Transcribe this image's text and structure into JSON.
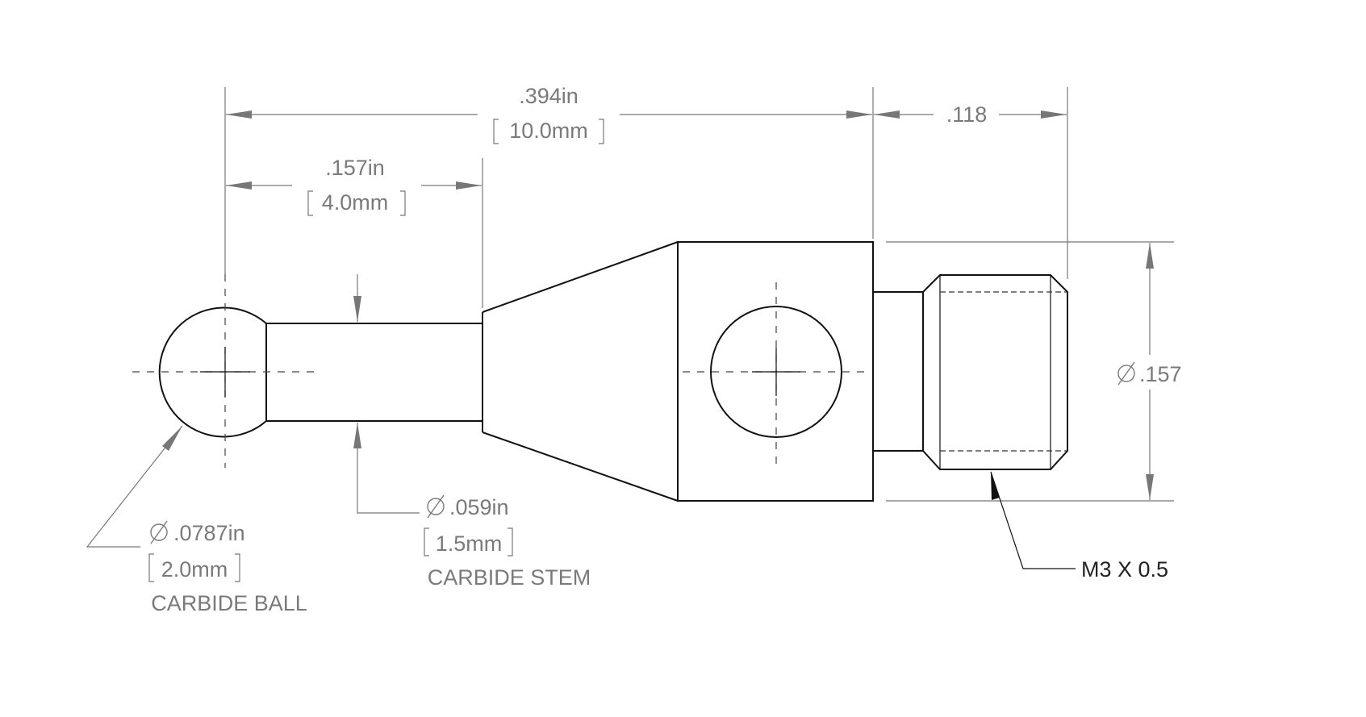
{
  "dimensions": {
    "overall_length_in": ".394in",
    "overall_length_mm": "10.0mm",
    "ball_to_stem_in": ".157in",
    "ball_to_stem_mm": "4.0mm",
    "thread_length": ".118",
    "body_diameter": ".157"
  },
  "callouts": {
    "ball": {
      "size_in": ".0787in",
      "size_mm": "2.0mm",
      "material": "CARBIDE BALL"
    },
    "stem": {
      "size_in": ".059in",
      "size_mm": "1.5mm",
      "material": "CARBIDE STEM"
    },
    "thread": {
      "spec": "M3 X 0.5"
    }
  },
  "colors": {
    "part_line": "#111111",
    "dimension_line": "#777777",
    "text": "#7a7a7a"
  }
}
